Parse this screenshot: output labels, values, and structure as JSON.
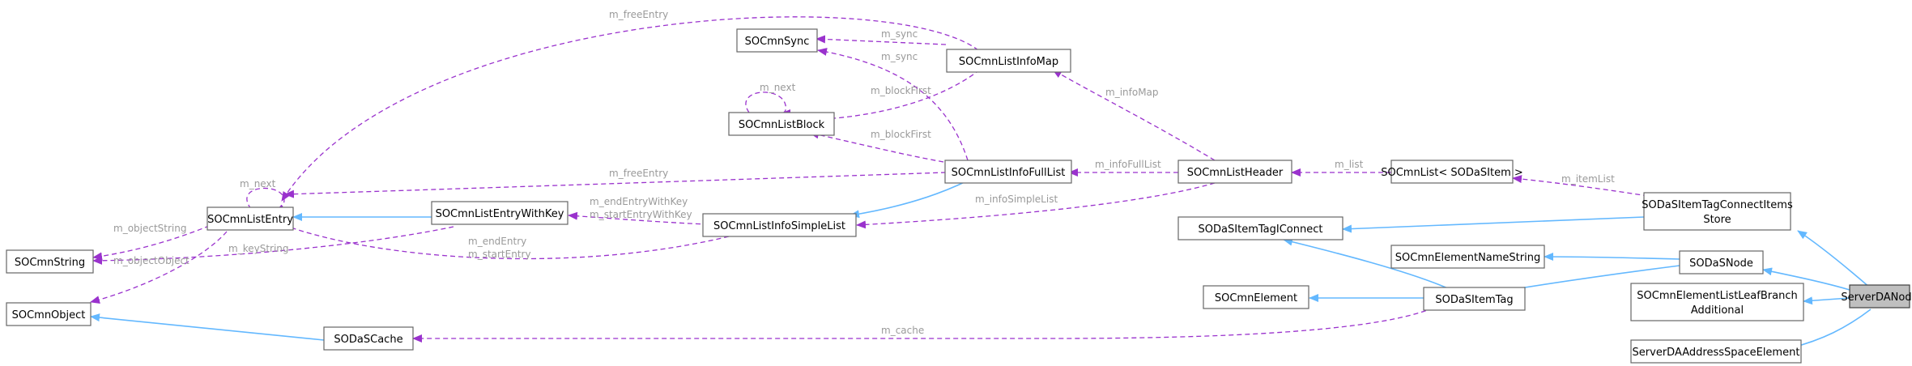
{
  "colors": {
    "inherit_edge": "#63b8ff",
    "usage_edge": "#9a32cd",
    "node_border": "#666666",
    "focus_node_fill": "#bfbfbf",
    "edge_label": "#9a9a9a"
  },
  "nodes": {
    "socmn_sync": "SOCmnSync",
    "socmn_list_info_map": "SOCmnListInfoMap",
    "socmn_list_block": "SOCmnListBlock",
    "socmn_list_info_full_list": "SOCmnListInfoFullList",
    "socmn_list_header": "SOCmnListHeader",
    "socmn_list_sodaitem": "SOCmnList< SODaSItem >",
    "socmn_list_entry": "SOCmnListEntry",
    "socmn_list_entry_with_key": "SOCmnListEntryWithKey",
    "socmn_list_info_simple_list": "SOCmnListInfoSimpleList",
    "socmn_string": "SOCmnString",
    "socmn_object": "SOCmnObject",
    "soda_s_cache": "SODaSCache",
    "soda_item_tag_connect": "SODaSItemTagIConnect",
    "soda_item_tag_connect_store_line1": "SODaSItemTagConnectItems",
    "soda_item_tag_connect_store_line2": "Store",
    "socmn_element_name_string": "SOCmnElementNameString",
    "soda_s_node": "SODaSNode",
    "socmn_element": "SOCmnElement",
    "soda_s_item_tag": "SODaSItemTag",
    "socmn_leaf_branch_line1": "SOCmnElementListLeafBranch",
    "socmn_leaf_branch_line2": "Additional",
    "server_da_address_space_element": "ServerDAAddressSpaceElement",
    "server_da_node": "ServerDANode"
  },
  "edge_labels": {
    "m_free_entry_top": "m_freeEntry",
    "m_sync_1": "m_sync",
    "m_sync_2": "m_sync",
    "m_next_block": "m_next",
    "m_block_first_1": "m_blockFirst",
    "m_block_first_2": "m_blockFirst",
    "m_info_map": "m_infoMap",
    "m_free_entry_mid": "m_freeEntry",
    "m_info_full_list": "m_infoFullList",
    "m_list": "m_list",
    "m_item_list": "m_itemList",
    "m_next_entry": "m_next",
    "m_object_string": "m_objectString",
    "m_object_object": "m_objectObject",
    "m_key_string": "m_keyString",
    "m_end_entry_with_key": "m_endEntryWithKey",
    "m_start_entry_with_key": "m_startEntryWithKey",
    "m_info_simple_list": "m_infoSimpleList",
    "m_end_entry": "m_endEntry",
    "m_start_entry": "m_startEntry",
    "m_cache": "m_cache"
  }
}
